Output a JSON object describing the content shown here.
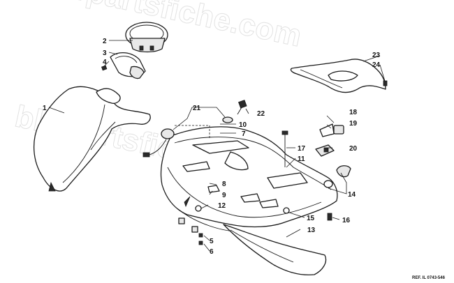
{
  "watermark": "blwpartsfiche.com",
  "reference": "REF. IL 0743-546",
  "callouts": {
    "c1": "1",
    "c2": "2",
    "c3": "3",
    "c4": "4",
    "c5": "5",
    "c6": "6",
    "c7": "7",
    "c8": "8",
    "c9": "9",
    "c10": "10",
    "c11": "11",
    "c12": "12",
    "c13": "13",
    "c14": "14",
    "c15": "15",
    "c16": "16",
    "c17": "17",
    "c18": "18",
    "c19": "19",
    "c20": "20",
    "c21": "21",
    "c22": "22",
    "c23": "23",
    "c24": "24"
  }
}
